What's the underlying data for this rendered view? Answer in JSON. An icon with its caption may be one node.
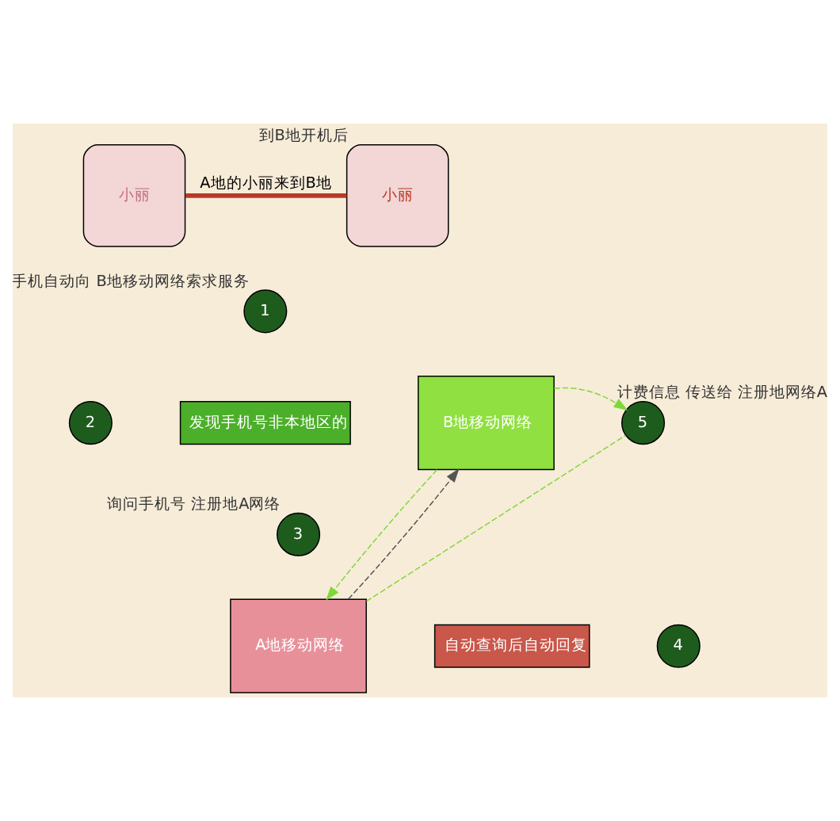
{
  "diagram": {
    "nodes": [
      {
        "text": [
          "小丽"
        ]
      },
      {
        "text": [
          "小丽"
        ],
        "beside": [
          "到B地开机后"
        ]
      },
      {
        "text": [
          "1"
        ],
        "beside": [
          "手机自动向 B地移动网络索求服务"
        ]
      },
      {
        "text": [
          "2"
        ]
      },
      {
        "text": [
          "发现手机号非本地区的"
        ]
      },
      {
        "text": [
          "B地移动网络"
        ]
      },
      {
        "text": [
          "5"
        ],
        "beside": [
          "计费信息 传送给 注册地网络A"
        ]
      },
      {
        "text": [
          "3"
        ],
        "beside": [
          "询问手机号 注册地A网络"
        ]
      },
      {
        "text": [
          "A地移动网络"
        ]
      },
      {
        "text": [
          "自动查询后自动回复"
        ]
      },
      {
        "text": [
          "4"
        ]
      }
    ],
    "edges": [
      {
        "from": 0,
        "to": 1,
        "label": "A地的小丽来到B地",
        "arrow": "none",
        "style": "thick",
        "color": "#b83a26"
      },
      {
        "from": 5,
        "to": 8,
        "arrow": "to",
        "style": "dashed"
      },
      {
        "from": 8,
        "to": 5,
        "arrow": "to",
        "style": "dashed",
        "color": "#555555"
      },
      {
        "from": 5,
        "to": 6,
        "arrow": "to",
        "style": "dashed"
      },
      {
        "from": 8,
        "to": 6,
        "arrow": "none",
        "style": "dashed"
      }
    ]
  }
}
